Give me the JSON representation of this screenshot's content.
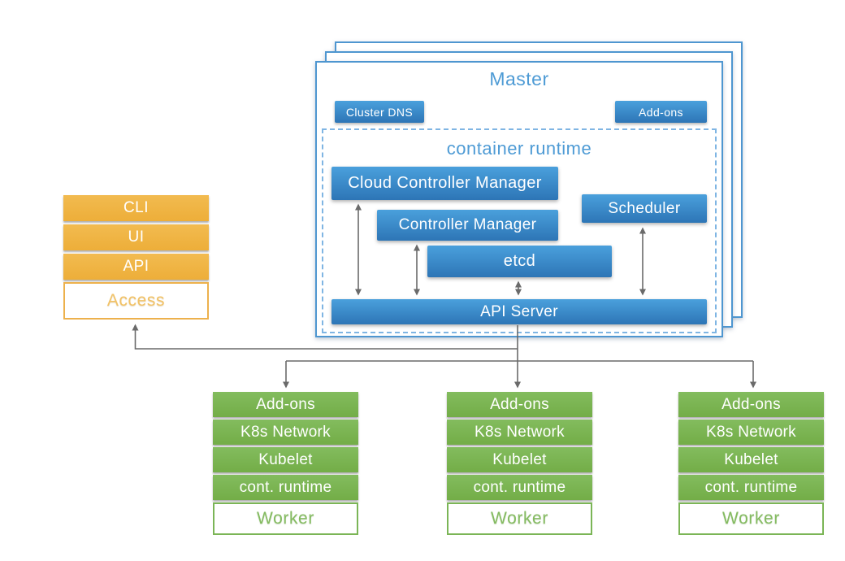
{
  "master": {
    "title": "Master",
    "cluster_dns_label": "Cluster DNS",
    "addons_label": "Add-ons",
    "container_runtime": {
      "title": "container runtime",
      "cloud_controller_manager": "Cloud Controller Manager",
      "controller_manager": "Controller Manager",
      "scheduler": "Scheduler",
      "etcd": "etcd",
      "api_server": "API Server"
    }
  },
  "access_stack": {
    "items": [
      "CLI",
      "UI",
      "API"
    ],
    "base": "Access"
  },
  "workers": [
    {
      "items": [
        "Add-ons",
        "K8s Network",
        "Kubelet",
        "cont. runtime"
      ],
      "base": "Worker"
    },
    {
      "items": [
        "Add-ons",
        "K8s Network",
        "Kubelet",
        "cont. runtime"
      ],
      "base": "Worker"
    },
    {
      "items": [
        "Add-ons",
        "K8s Network",
        "Kubelet",
        "cont. runtime"
      ],
      "base": "Worker"
    }
  ],
  "colors": {
    "node_blue_top": "#4aa0dc",
    "node_blue_bottom": "#2d75b6",
    "panel_border_blue": "#4e96d0",
    "dashed_border_blue": "#7fb5e3",
    "title_blue": "#4e9bd5",
    "orange": "#efb443",
    "access_text_orange": "#f2c266",
    "green": "#7bb556",
    "worker_text_green": "#84bb60",
    "arrow_gray": "#6a6a6a"
  }
}
